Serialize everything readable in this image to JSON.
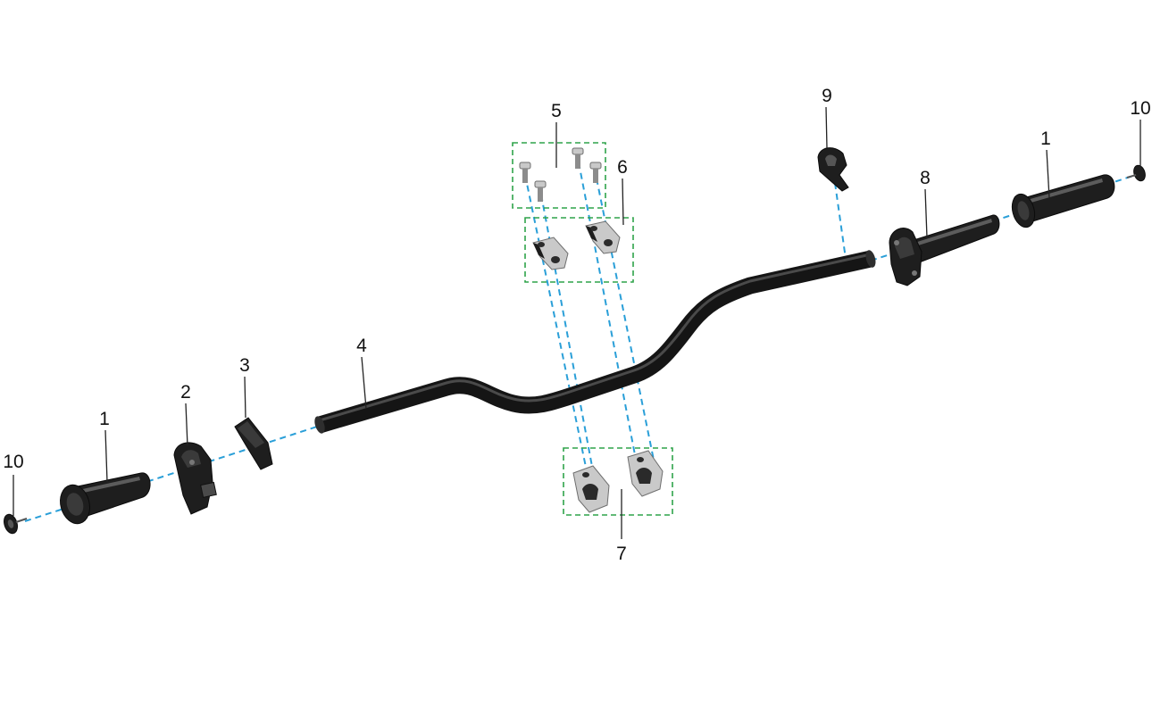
{
  "callouts": {
    "grip_left": "1",
    "grip_right": "1",
    "left_switch": "2",
    "left_holder": "3",
    "handlebar": "4",
    "bolts": "5",
    "upper_clamps": "6",
    "lower_clamps": "7",
    "throttle": "8",
    "cable_clip": "9",
    "end_plug_left": "10",
    "end_plug_right": "10"
  },
  "colors": {
    "assembly_line": "#2a9fd8",
    "group_box": "#2fa34a",
    "part_dark": "#1e1e1e",
    "part_metal": "#c9c9c9"
  }
}
